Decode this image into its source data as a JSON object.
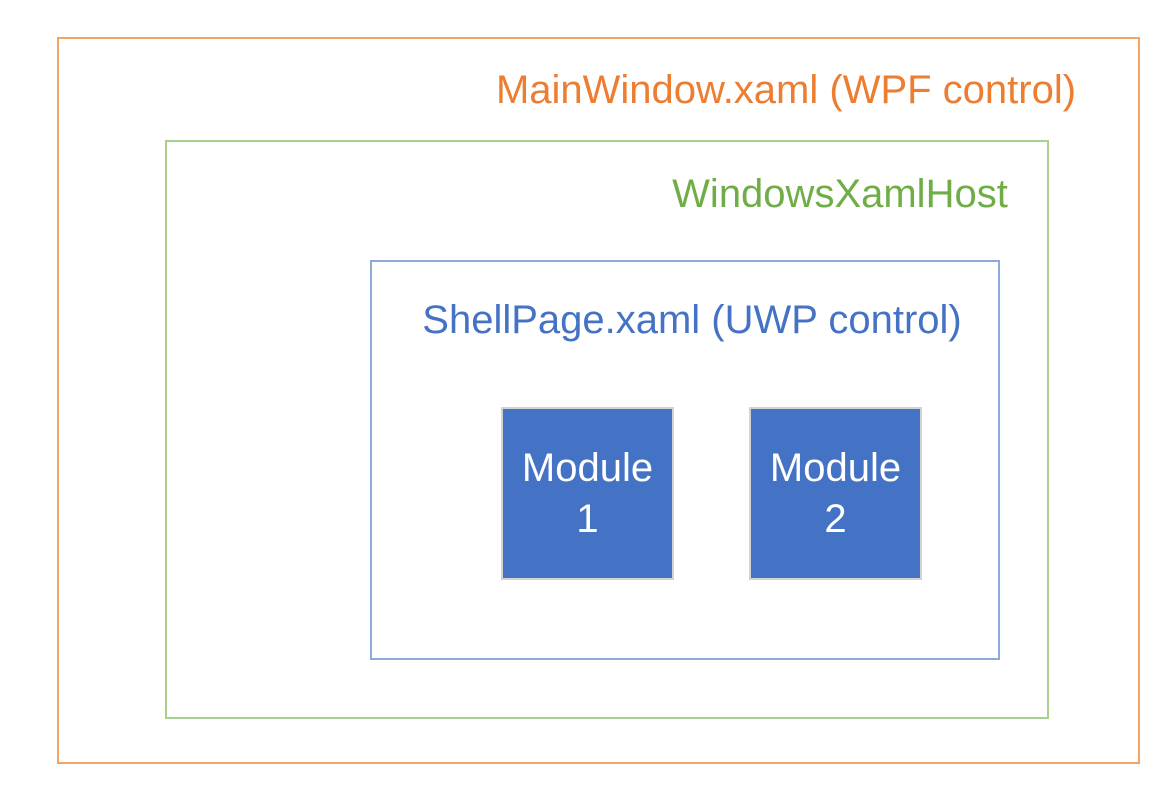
{
  "diagram": {
    "title": "MainWindow.xaml (WPF control)",
    "host_label": "WindowsXamlHost",
    "shell_label": "ShellPage.xaml (UWP control)",
    "modules": [
      {
        "line1": "Module",
        "line2": "1"
      },
      {
        "line1": "Module",
        "line2": "2"
      }
    ]
  },
  "colors": {
    "title_text": "#ED7D31",
    "outer_border": "#F4A462",
    "host_text": "#70AD47",
    "host_border": "#A9D18E",
    "shell_text": "#4472C4",
    "shell_border": "#8EAADB",
    "module_fill": "#4472C4",
    "module_border": "#D2D2D2",
    "module_text": "#FFFFFF"
  }
}
